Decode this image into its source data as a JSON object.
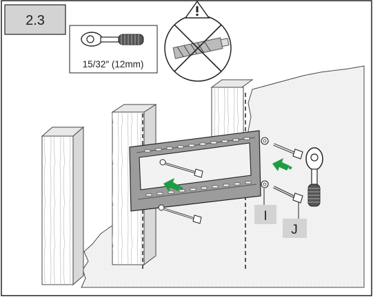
{
  "step": {
    "number": "2.3"
  },
  "tool_callout": {
    "size_label": "15/32″ (12mm)",
    "icon": "ratchet-socket-wrench-icon"
  },
  "prohibited": {
    "icon": "no-drill-anchor-icon",
    "warning_icon": "warning-triangle-icon"
  },
  "parts": {
    "washer_label": "I",
    "lag_bolt_label": "J"
  },
  "colors": {
    "badge_fill": "#d3d3d3",
    "arrow_green": "#1e9c45",
    "frame": "#333333"
  }
}
